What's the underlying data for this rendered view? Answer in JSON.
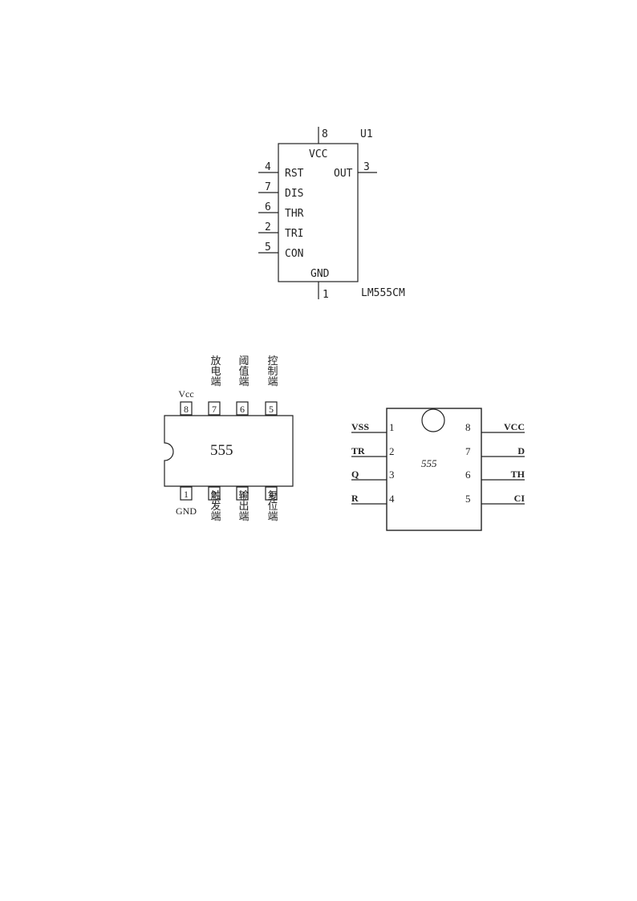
{
  "schematic": {
    "ref": "U1",
    "part": "LM555CM",
    "top_label": "VCC",
    "bottom_label": "GND",
    "top_pin": "8",
    "bottom_pin": "1",
    "left_pins": [
      {
        "num": "4",
        "label": "RST"
      },
      {
        "num": "7",
        "label": "DIS"
      },
      {
        "num": "6",
        "label": "THR"
      },
      {
        "num": "2",
        "label": "TRI"
      },
      {
        "num": "5",
        "label": "CON"
      }
    ],
    "right_pin": {
      "num": "3",
      "label": "OUT"
    }
  },
  "dip": {
    "chip_label": "555",
    "top_pins": [
      {
        "num": "8",
        "label": "Vcc"
      },
      {
        "num": "7",
        "label": "放电端"
      },
      {
        "num": "6",
        "label": "阈值端"
      },
      {
        "num": "5",
        "label": "控制端"
      }
    ],
    "bottom_pins": [
      {
        "num": "1",
        "label": "GND"
      },
      {
        "num": "2",
        "label": "触发端"
      },
      {
        "num": "3",
        "label": "输出端"
      },
      {
        "num": "4",
        "label": "复位端"
      }
    ]
  },
  "soic": {
    "chip_label": "555",
    "left_pins": [
      {
        "num": "1",
        "label": "VSS"
      },
      {
        "num": "2",
        "label": "TR"
      },
      {
        "num": "3",
        "label": "Q"
      },
      {
        "num": "4",
        "label": "R"
      }
    ],
    "right_pins": [
      {
        "num": "8",
        "label": "VCC"
      },
      {
        "num": "7",
        "label": "D"
      },
      {
        "num": "6",
        "label": "TH"
      },
      {
        "num": "5",
        "label": "CI"
      }
    ]
  }
}
